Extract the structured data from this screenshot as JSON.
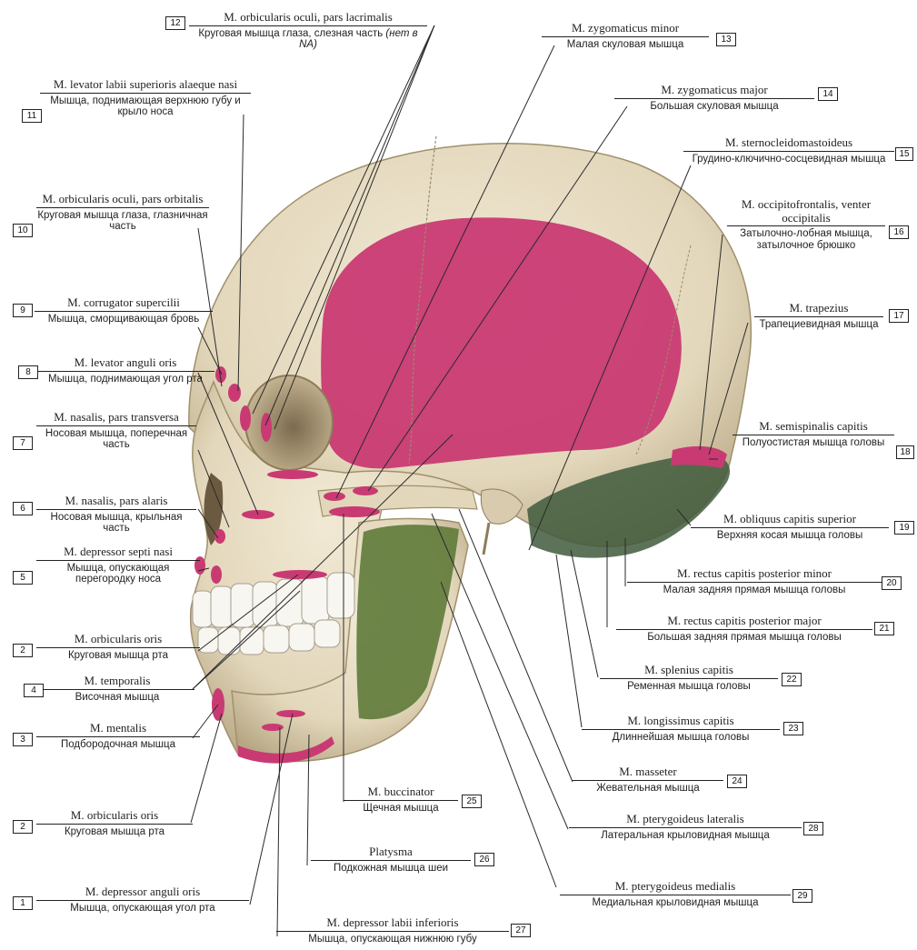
{
  "labels": [
    {
      "num": "12",
      "latin": "M. orbicularis oculi, pars lacrimalis",
      "russian": "Круговая мышца глаза, слезная часть",
      "note": "(нет в NA)"
    },
    {
      "num": "13",
      "latin": "M. zygomaticus minor",
      "russian": "Малая скуловая мышца"
    },
    {
      "num": "11",
      "latin": "M. levator labii superioris alaeque nasi",
      "russian": "Мышца, поднимающая верхнюю губу и крыло носа"
    },
    {
      "num": "14",
      "latin": "M. zygomaticus major",
      "russian": "Большая скуловая мышца"
    },
    {
      "num": "15",
      "latin": "M. sternocleidomastoideus",
      "russian": "Грудино-ключично-сосцевидная мышца"
    },
    {
      "num": "10",
      "latin": "M. orbicularis oculi, pars orbitalis",
      "russian": "Круговая мышца глаза, глазничная часть"
    },
    {
      "num": "16",
      "latin": "M. occipitofrontalis, venter occipitalis",
      "russian": "Затылочно-лобная мышца, затылочное брюшко"
    },
    {
      "num": "9",
      "latin": "M. corrugator supercilii",
      "russian": "Мышца, сморщивающая бровь"
    },
    {
      "num": "17",
      "latin": "M. trapezius",
      "russian": "Трапециевидная мышца"
    },
    {
      "num": "8",
      "latin": "M. levator anguli oris",
      "russian": "Мышца, поднимающая угол рта"
    },
    {
      "num": "7",
      "latin": "M. nasalis, pars transversa",
      "russian": "Носовая мышца, поперечная часть"
    },
    {
      "num": "18",
      "latin": "M. semispinalis capitis",
      "russian": "Полуостистая мышца головы"
    },
    {
      "num": "6",
      "latin": "M. nasalis, pars alaris",
      "russian": "Носовая мышца, крыльная часть"
    },
    {
      "num": "19",
      "latin": "M. obliquus capitis superior",
      "russian": "Верхняя косая мышца головы"
    },
    {
      "num": "5",
      "latin": "M. depressor septi nasi",
      "russian": "Мышца, опускающая перегородку носа"
    },
    {
      "num": "20",
      "latin": "M. rectus capitis posterior minor",
      "russian": "Малая задняя прямая мышца головы"
    },
    {
      "num": "2",
      "latin": "M. orbicularis oris",
      "russian": "Круговая мышца рта"
    },
    {
      "num": "21",
      "latin": "M. rectus capitis posterior major",
      "russian": "Большая задняя прямая мышца головы"
    },
    {
      "num": "4",
      "latin": "M. temporalis",
      "russian": "Височная мышца"
    },
    {
      "num": "22",
      "latin": "M. splenius capitis",
      "russian": "Ременная мышца головы"
    },
    {
      "num": "3",
      "latin": "M. mentalis",
      "russian": "Подбородочная мышца"
    },
    {
      "num": "23",
      "latin": "M. longissimus capitis",
      "russian": "Длиннейшая мышца головы"
    },
    {
      "num": "24",
      "latin": "M. masseter",
      "russian": "Жевательная мышца"
    },
    {
      "num": "25",
      "latin": "M. buccinator",
      "russian": "Щечная мышца"
    },
    {
      "num": "2",
      "latin": "M. orbicularis oris",
      "russian": "Круговая мышца рта"
    },
    {
      "num": "28",
      "latin": "M. pterygoideus lateralis",
      "russian": "Латеральная крыловидная мышца"
    },
    {
      "num": "26",
      "latin": "Platysma",
      "russian": "Подкожная мышца шеи"
    },
    {
      "num": "1",
      "latin": "M. depressor anguli oris",
      "russian": "Мышца, опускающая угол рта"
    },
    {
      "num": "29",
      "latin": "M. pterygoideus medialis",
      "russian": "Медиальная крыловидная мышца"
    },
    {
      "num": "27",
      "latin": "M. depressor labii inferioris",
      "russian": "Мышца, опускающая нижнюю губу"
    }
  ],
  "colors": {
    "muscle_origin": "#c8326e",
    "muscle_insertion": "#5f7a3a",
    "bone": "#e6dcc4",
    "bone_shadow": "#b7a98a",
    "leader": "#2a2a2a"
  }
}
